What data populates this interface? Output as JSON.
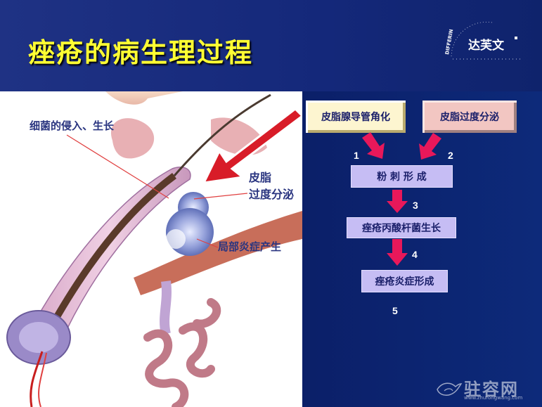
{
  "slide": {
    "title": "痤疮的病生理过程"
  },
  "logo": {
    "brand_cn": "达芙文",
    "brand_en": "DIFFERIN"
  },
  "illustration": {
    "labels": {
      "bacteria": "细菌的侵入、生长",
      "sebum_line1": "皮脂",
      "sebum_line2": "过度分泌",
      "inflammation": "局部炎症产生"
    }
  },
  "flow": {
    "box_keratin": "皮脂腺导管角化",
    "box_sebum": "皮脂过度分泌",
    "box_comedo": "粉 刺 形 成",
    "box_bacteria": "痤疮丙酸杆菌生长",
    "box_inflammation": "痤疮炎症形成",
    "step1": "1",
    "step2": "2",
    "step3": "3",
    "step4": "4",
    "step5": "5"
  },
  "watermark": {
    "site": "驻容网",
    "url": "www.zhurongwang.com"
  },
  "colors": {
    "title": "#ffff33",
    "background": "#0c1c5c",
    "arrow": "#e8185a",
    "box_lavender": "#c6bdf4",
    "box_beige": "#fdf5d0",
    "box_pink": "#f2c6c2"
  }
}
